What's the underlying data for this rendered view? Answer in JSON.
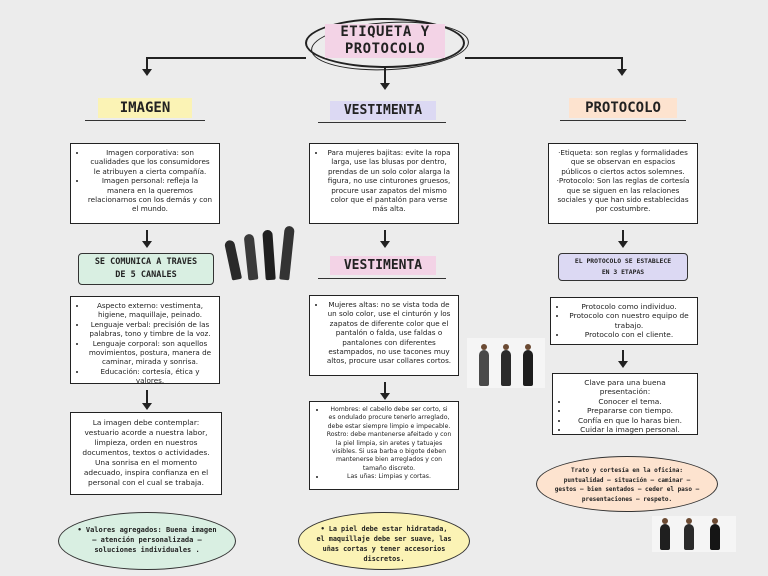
{
  "title": {
    "line1": "ETIQUETA Y",
    "line2": "PROTOCOLO"
  },
  "columns": {
    "left": {
      "header": "IMAGEN",
      "box1": [
        "Imagen corporativa: son cualidades que los consumidores le atribuyen a cierta compañía.",
        "Imagen personal: refleja la manera en la queremos relacionarnos con los demás y con el mundo."
      ],
      "sub_header_line1": "SE COMUNICA A TRAVES",
      "sub_header_line2": "DE 5 CANALES",
      "box2": [
        "Aspecto externo: vestimenta, higiene, maquillaje, peinado.",
        "Lenguaje verbal: precisión de las palabras, tono y timbre de la voz.",
        "Lenguaje corporal: son aquellos movimientos, postura, manera de caminar, mirada y sonrisa.",
        "Educación: cortesía, ética y valores."
      ],
      "box3": "La imagen debe contemplar: vestuario acorde a nuestra labor, limpieza, orden en nuestros documentos, textos o actividades. Una sonrisa en el momento adecuado, inspira confianza en el personal con el cual se trabaja.",
      "oval": "• Valores agregados: Buena imagen – atención personalizada – soluciones individuales ."
    },
    "middle": {
      "header": "VESTIMENTA",
      "box1": [
        "Para mujeres bajitas: evite la ropa larga, use las blusas por dentro, prendas de un solo color alarga la figura, no use cinturones gruesos, procure usar zapatos del mismo color que el pantalón para verse más alta."
      ],
      "sub_header": "VESTIMENTA",
      "box2": [
        "Mujeres altas: no se vista toda de un solo color, use el cinturón y los zapatos de diferente color que el pantalón o falda, use faldas o pantalones con diferentes estampados, no use tacones muy altos, procure usar collares cortos."
      ],
      "box3": [
        "Hombres: el cabello debe ser corto, si es ondulado procure tenerlo arreglado, debe estar siempre limpio e impecable. Rostro: debe mantenerse afeitado y con la piel limpia, sin aretes y tatuajes visibles. Si usa barba o bigote deben mantenerse bien arreglados y con tamaño discreto.",
        "Las uñas: Limpias y cortas."
      ],
      "oval": "• La piel debe estar hidratada, el maquillaje debe ser suave, las uñas cortas y tener accesorios discretos."
    },
    "right": {
      "header": "PROTOCOLO",
      "box1": [
        "·Etiqueta: son reglas y formalidades que se observan en espacios públicos o ciertos actos solemnes.",
        "·Protocolo: Son las reglas de cortesía que se siguen en las relaciones sociales y que han sido establecidas por costumbre."
      ],
      "sub_header_line1": "EL PROTOCOLO SE ESTABLECE",
      "sub_header_line2": "EN 3 ETAPAS",
      "box2": [
        "Protocolo como individuo.",
        "Protocolo con nuestro equipo de trabajo.",
        "Protocolo con el cliente."
      ],
      "box3_title": "Clave para una buena presentación:",
      "box3": [
        "Conocer el tema.",
        "Prepararse con tiempo.",
        "Confía en que lo haras bien.",
        "Cuidar la imagen personal."
      ],
      "oval": "Trato y cortesía en la oficina: puntualidad – situación – caminar – gestos – bien sentados – ceder el paso – presentaciones – respeto."
    }
  },
  "colors": {
    "background": "#ececec",
    "pink": "#f3d3e6",
    "yellow": "#fbf3b5",
    "lavender": "#dcd9f3",
    "peach": "#fde3cf",
    "mint": "#d9efe2"
  }
}
